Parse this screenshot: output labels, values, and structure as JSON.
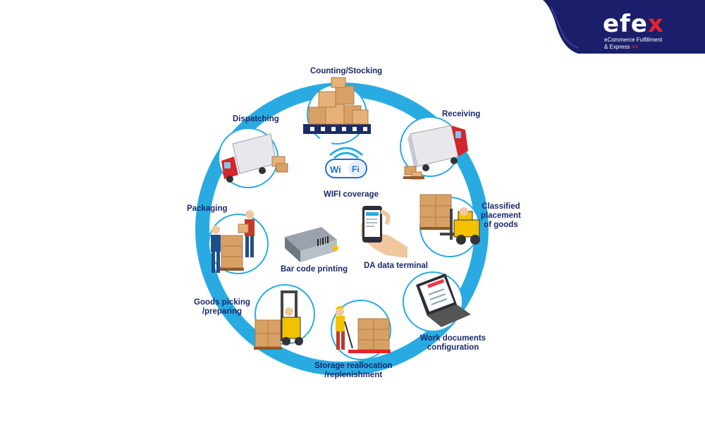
{
  "logo": {
    "brand_main": "efe",
    "brand_x": "x",
    "tagline_line1": "eCommerce Fulfillment",
    "tagline_line2": "& Express",
    "tagline_arrows": ">>"
  },
  "center": {
    "wifi_badge_left": "Wi",
    "wifi_badge_right": "Fi",
    "wifi_label": "WIFI coverage",
    "barcode_label": "Bar code printing",
    "terminal_label": "DA data terminal"
  },
  "steps": {
    "counting": "Counting/Stocking",
    "receiving": "Receiving",
    "classified": [
      "Classified",
      "placement",
      "of goods"
    ],
    "work_docs": [
      "Work documents",
      "configuration"
    ],
    "storage": [
      "Storage reallocation",
      "/replenishment"
    ],
    "picking": [
      "Goods picking",
      "/preparing"
    ],
    "packaging": "Packaging",
    "dispatching": "Dispatching"
  },
  "colors": {
    "ring": "#29abe2",
    "label": "#1a2a6c",
    "brand_navy": "#1b1f6b",
    "brand_red": "#e8232a"
  }
}
